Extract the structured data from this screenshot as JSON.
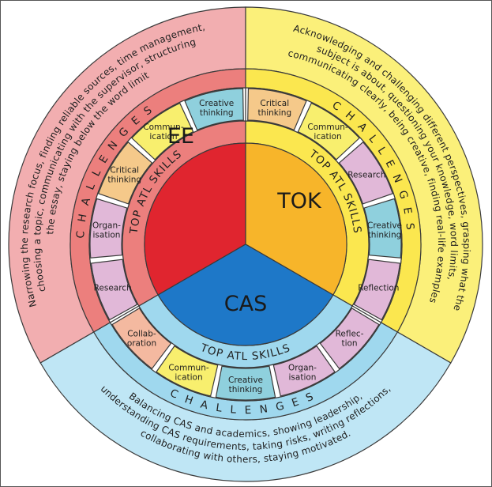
{
  "center": {
    "ee": "EE",
    "tok": "TOK",
    "cas": "CAS"
  },
  "skills_band": {
    "ee": "TOP ATL SKILLS",
    "tok": "TOP ATL SKILLS",
    "cas": "TOP ATL SKILLS"
  },
  "skills": {
    "ee": [
      {
        "line1": "Research",
        "line2": ""
      },
      {
        "line1": "Organ-",
        "line2": "isation"
      },
      {
        "line1": "Critical",
        "line2": "thinking"
      },
      {
        "line1": "Commun-",
        "line2": "ication"
      },
      {
        "line1": "Creative",
        "line2": "thinking"
      }
    ],
    "tok": [
      {
        "line1": "Critical",
        "line2": "thinking"
      },
      {
        "line1": "Commun-",
        "line2": "ication"
      },
      {
        "line1": "Research",
        "line2": ""
      },
      {
        "line1": "Creative",
        "line2": "thinking"
      },
      {
        "line1": "Reflection",
        "line2": ""
      }
    ],
    "cas": [
      {
        "line1": "Reflec-",
        "line2": "tion"
      },
      {
        "line1": "Organ-",
        "line2": "isation"
      },
      {
        "line1": "Creative",
        "line2": "thinking"
      },
      {
        "line1": "Commun-",
        "line2": "ication"
      },
      {
        "line1": "Collab-",
        "line2": "oration"
      }
    ]
  },
  "challenges_band": {
    "ee": "CHALLENGES",
    "tok": "CHALLENGES",
    "cas": "CHALLENGES"
  },
  "challenges_text": {
    "ee": [
      "Narrowing the research focus, finding reliable sources, time management,",
      "choosing a topic, communicating with the supervisor, structuring",
      "the essay, staying below the word limit"
    ],
    "tok": [
      "Acknowledging and challenging different perspectives, grasping what the",
      "subject is about, questioning your knowledge, word limits,",
      "communicating clearly, being creative, finding real-life examples"
    ],
    "cas": [
      "Balancing CAS and academics, showing leadership,",
      "understanding CAS requirements, taking risks, writing reflections,",
      "collaborating with others, staying motivated."
    ]
  },
  "colors": {
    "ee_core": "#e0252f",
    "tok_core": "#f7b52a",
    "cas_core": "#1e78c8",
    "ee_outer": "#f2aeb0",
    "tok_outer": "#fbf07a",
    "cas_outer": "#bfe6f5",
    "ee_band": "#ec7f7d",
    "tok_band": "#fbe74f",
    "cas_band": "#9fd8ee",
    "skill_pink": "#f4b9a0",
    "skill_yellow": "#f8ef6e",
    "skill_teal": "#8fd0dd",
    "skill_violet": "#e1b8d8",
    "skill_tan": "#f5c98a",
    "outline": "#3a3a3a"
  }
}
